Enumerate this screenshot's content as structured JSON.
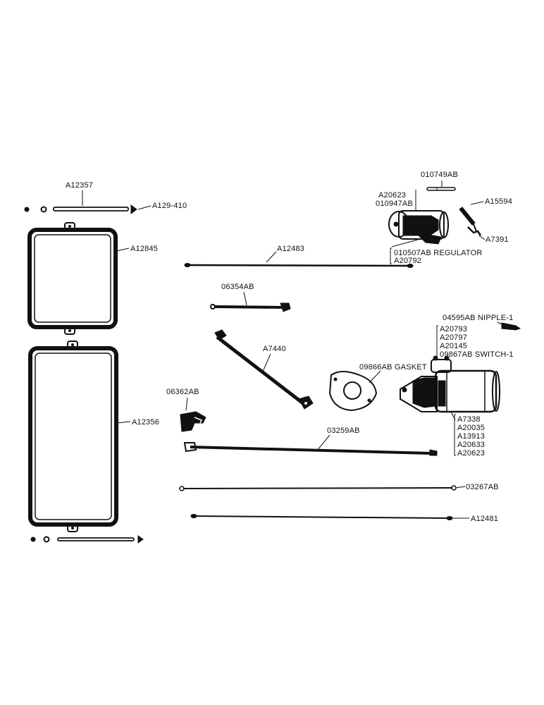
{
  "labels": {
    "a12357": "A12357",
    "a129_410": "A129-410",
    "a12845": "A12845",
    "a12356": "A12356",
    "a12483": "A12483",
    "o06354ab": "06354AB",
    "a7440": "A7440",
    "o06362ab": "06362AB",
    "o03259ab": "03259AB",
    "o03267ab": "03267AB",
    "a12481": "A12481",
    "o010749ab": "010749AB",
    "a20623_top": "A20623",
    "o010947ab": "010947AB",
    "a15594": "A15594",
    "a7391": "A7391",
    "o010507ab_regulator": "010507AB REGULATOR",
    "a20792": "A20792",
    "o04595ab_nipple": "04595AB NIPPLE-1",
    "a20793": "A20793",
    "a20797": "A20797",
    "a20145": "A20145",
    "o09867ab_switch": "09867AB SWITCH-1",
    "o09866ab_gasket": "09866AB GASKET",
    "a7338": "A7338",
    "a20035": "A20035",
    "a13913": "A13913",
    "a20633": "A20633",
    "a20623_bottom": "A20623"
  }
}
